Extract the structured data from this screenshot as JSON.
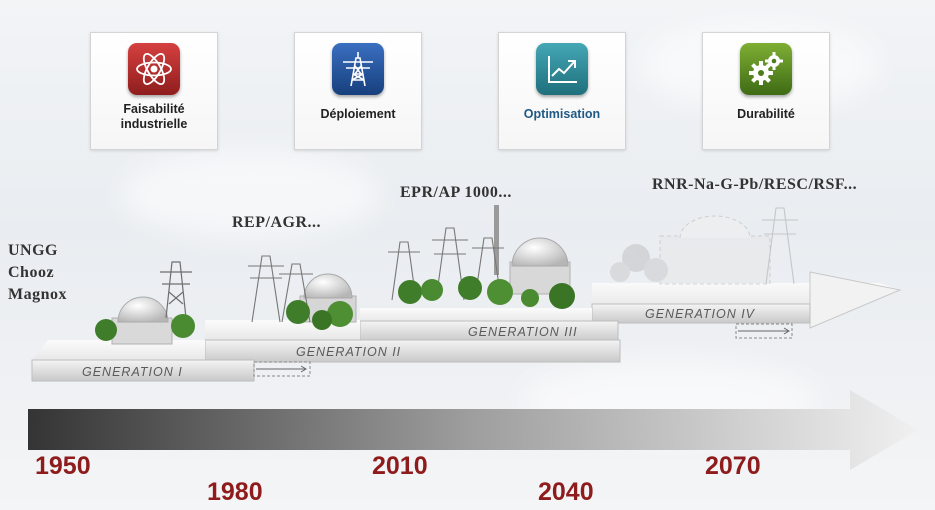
{
  "phases": [
    {
      "label": "Faisabilité industrielle",
      "line1": "Faisabilité",
      "line2": "industrielle",
      "icon": "atom-icon",
      "color": "#b22a2a",
      "text_color": "#222222"
    },
    {
      "label": "Déploiement",
      "icon": "pylon-icon",
      "color": "#1f4f96",
      "text_color": "#222222"
    },
    {
      "label": "Optimisation",
      "icon": "growth-chart-icon",
      "color": "#2f8b99",
      "text_color": "#1f5a86"
    },
    {
      "label": "Durabilité",
      "icon": "gears-icon",
      "color": "#5c8a22",
      "text_color": "#222222"
    }
  ],
  "reactors": {
    "gen1": [
      "UNGG",
      "Chooz",
      "Magnox"
    ],
    "gen2": "REP/AGR...",
    "gen3": "EPR/AP 1000...",
    "gen4": "RNR-Na-G-Pb/RESC/RSF..."
  },
  "generations": [
    "GENERATION  I",
    "GENERATION  II",
    "GENERATION  III",
    "GENERATION  IV"
  ],
  "timeline": {
    "years_top": [
      "1950",
      "2010",
      "2070"
    ],
    "years_bottom": [
      "1980",
      "2040"
    ],
    "year_color": "#8e1c1c"
  }
}
